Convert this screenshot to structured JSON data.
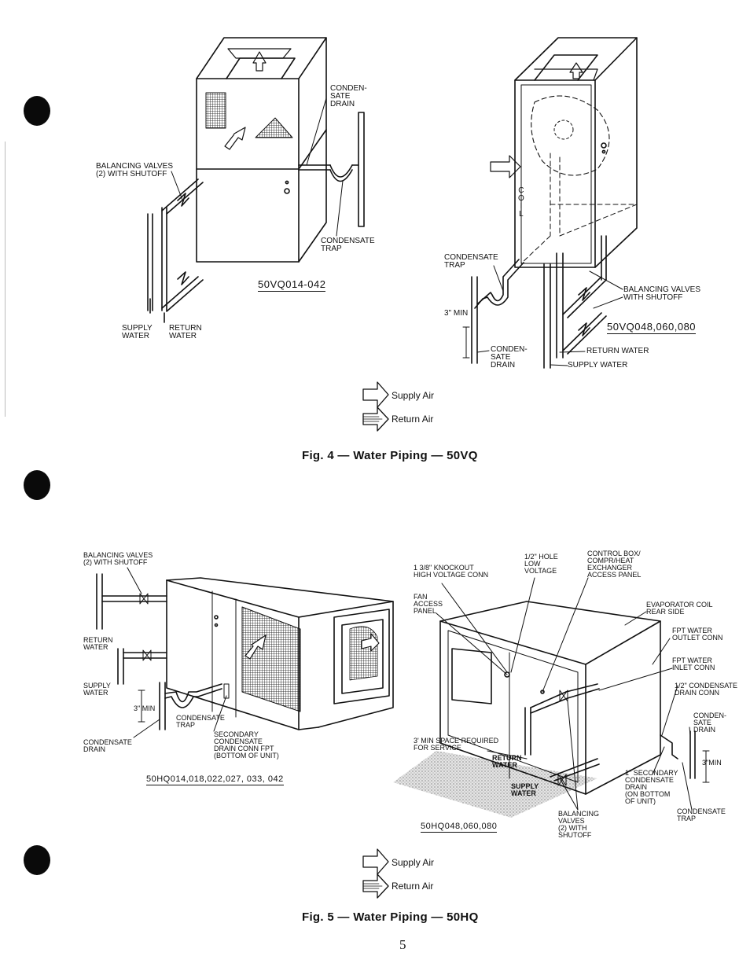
{
  "fig4": {
    "small_unit": {
      "model": "50VQ014-042",
      "labels": {
        "balancing_valves": "BALANCING VALVES\n(2) WITH SHUTOFF",
        "condensate_drain": "CONDEN-\nSATE\nDRAIN",
        "condensate_trap": "CONDENSATE\nTRAP",
        "supply_water": "SUPPLY\nWATER",
        "return_water": "RETURN\nWATER"
      }
    },
    "large_unit": {
      "model": "50VQ048,060,080",
      "labels": {
        "coil": "C\nO\nI\nL",
        "condensate_trap": "CONDENSATE\nTRAP",
        "min": "3\" MIN",
        "condensate_drain": "CONDEN-\nSATE\nDRAIN",
        "balancing_valves": "BALANCING VALVES\nWITH SHUTOFF",
        "return_water": "RETURN WATER",
        "supply_water": "SUPPLY WATER"
      }
    },
    "legend": {
      "supply_air": "Supply Air",
      "return_air": "Return Air"
    },
    "caption": "Fig. 4 — Water Piping — 50VQ"
  },
  "fig5": {
    "small_unit": {
      "model": "50HQ014,018,022,027, 033, 042",
      "labels": {
        "balancing_valves": "BALANCING VALVES\n(2) WITH SHUTOFF",
        "return_water": "RETURN\nWATER",
        "supply_water": "SUPPLY\nWATER",
        "min": "3\" MIN",
        "condensate_trap": "CONDENSATE\nTRAP",
        "condensate_drain": "CONDENSATE\nDRAIN",
        "secondary_drain": "SECONDARY\nCONDENSATE\nDRAIN CONN   FPT\n(BOTTOM OF UNIT)"
      }
    },
    "large_unit": {
      "model": "50HQ048,060,080",
      "labels": {
        "knockout": "1 3/8\" KNOCKOUT\nHIGH VOLTAGE CONN",
        "hole": "1/2\" HOLE\nLOW\nVOLTAGE",
        "control_box": "CONTROL BOX/\nCOMPR/HEAT\nEXCHANGER\nACCESS PANEL",
        "fan_access": "FAN\nACCESS\nPANEL",
        "evaporator": "EVAPORATOR COIL\nREAR SIDE",
        "fpt_outlet": "FPT WATER\nOUTLET CONN",
        "fpt_inlet": "FPT WATER\nINLET CONN",
        "condensate_conn": "1/2\" CONDENSATE\nDRAIN CONN",
        "condensate_drain": "CONDEN-\nSATE\nDRAIN",
        "min": "3\"MIN",
        "service_space": "3' MIN SPACE REQUIRED\nFOR SERVICE",
        "return_water": "RETURN\nWATER",
        "supply_water": "SUPPLY\nWATER",
        "secondary_drain": "1\" SECONDARY\nCONDENSATE\nDRAIN\n(ON BOTTOM\nOF UNIT)",
        "condensate_trap": "CONDENSATE\nTRAP",
        "balancing_valves": "BALANCING\nVALVES\n(2) WITH\nSHUTOFF"
      }
    },
    "legend": {
      "supply_air": "Supply Air",
      "return_air": "Return Air"
    },
    "caption": "Fig. 5 — Water Piping — 50HQ"
  },
  "page_number": "5",
  "colors": {
    "ink": "#111111",
    "paper": "#ffffff",
    "punch_hole": "#0a0a0a",
    "service_area": "#d9d9d9"
  }
}
